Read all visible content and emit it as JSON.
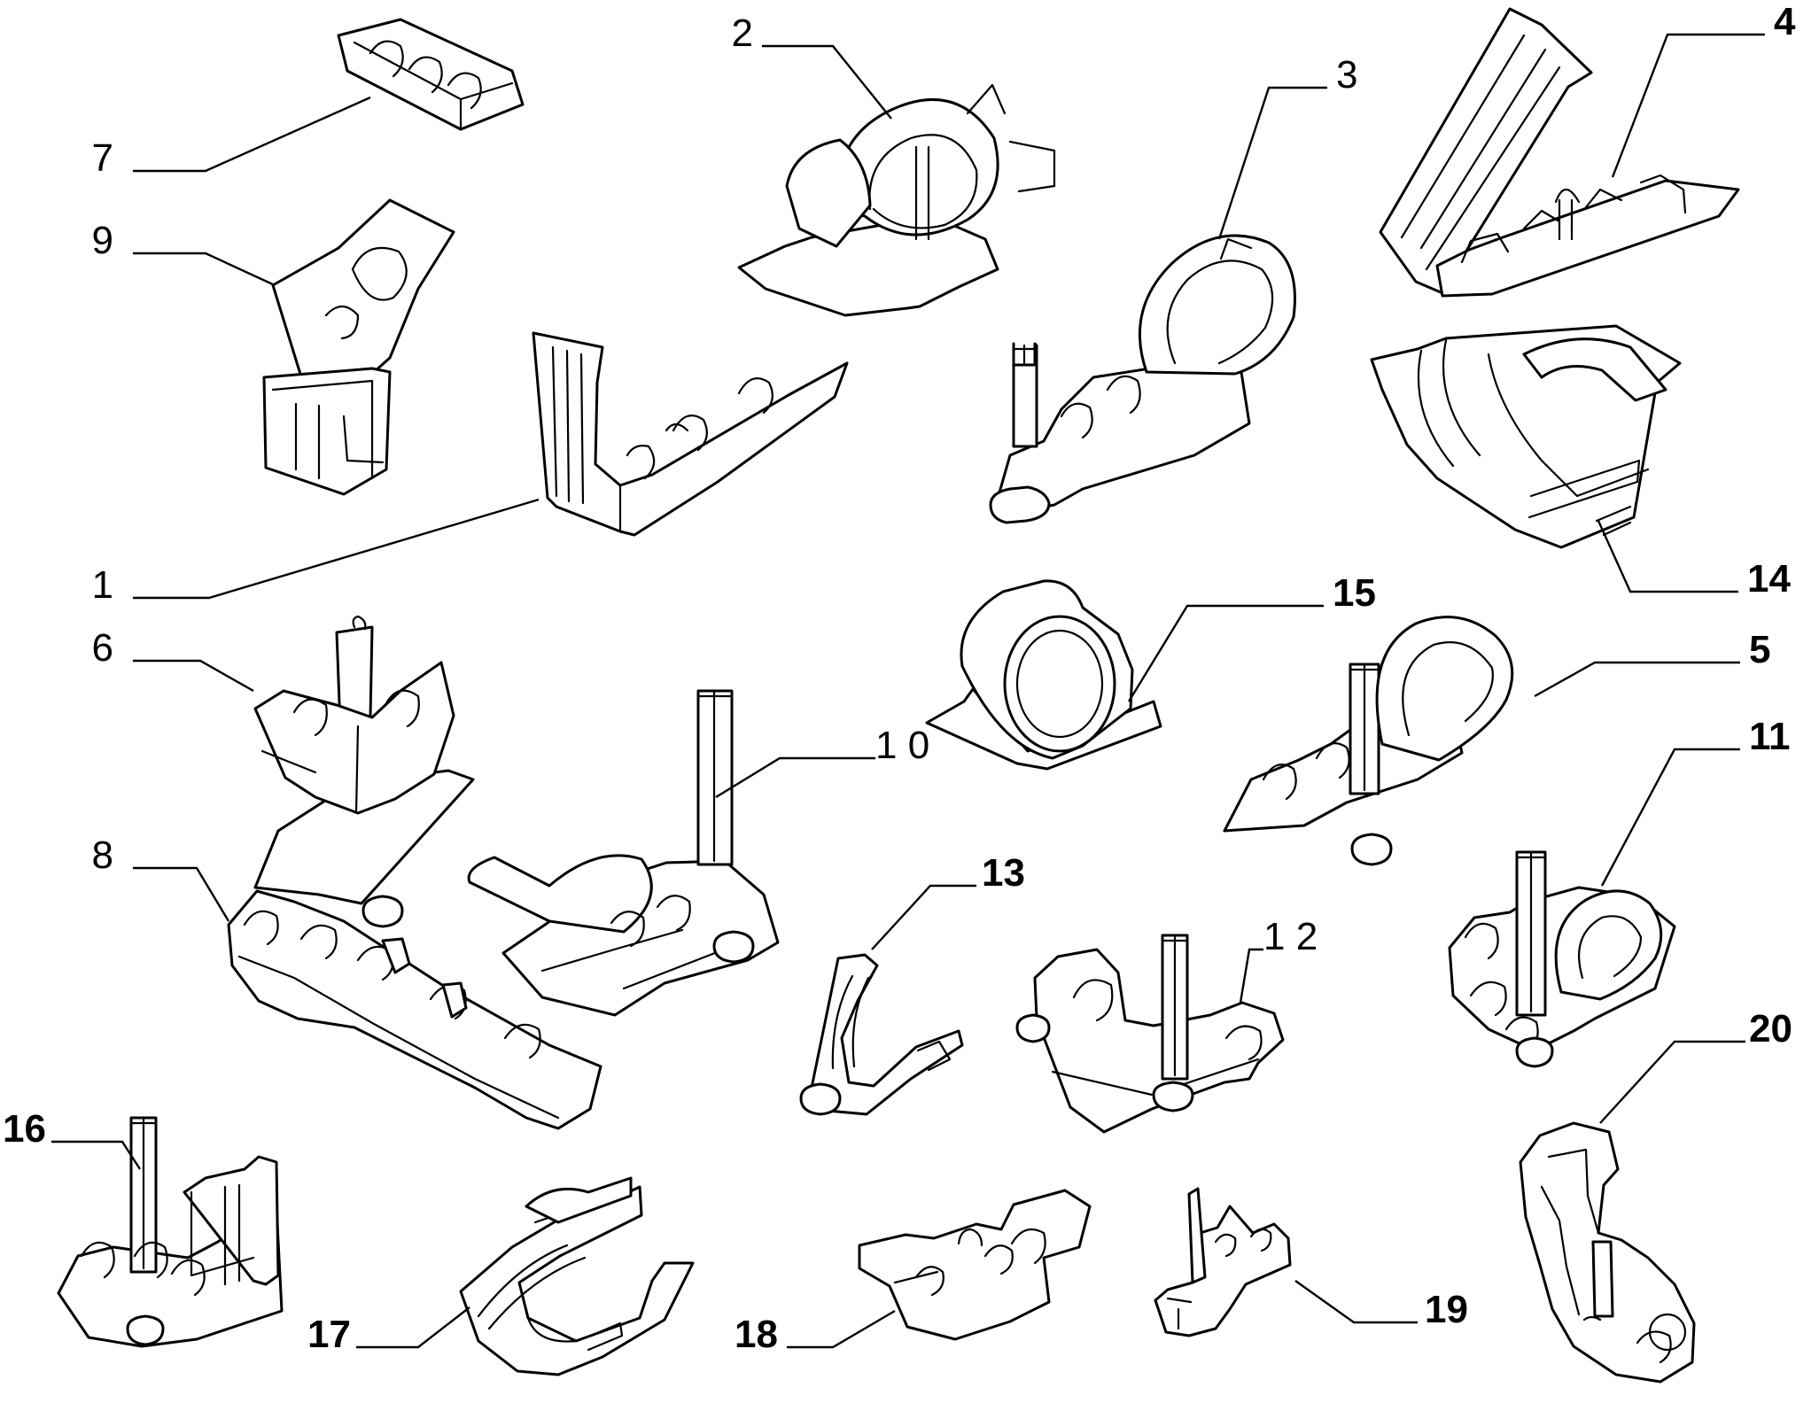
{
  "diagram": {
    "callouts": {
      "c1": "1",
      "c2": "2",
      "c3": "3",
      "c4": "4",
      "c5": "5",
      "c6": "6",
      "c7": "7",
      "c8": "8",
      "c9": "9",
      "c10": "1 0",
      "c11": "11",
      "c12": "1 2",
      "c13": "13",
      "c14": "14",
      "c15": "15",
      "c16": "16",
      "c17": "17",
      "c18": "18",
      "c19": "19",
      "c20": "20"
    },
    "colors": {
      "line": "#000000",
      "background": "#ffffff"
    }
  }
}
